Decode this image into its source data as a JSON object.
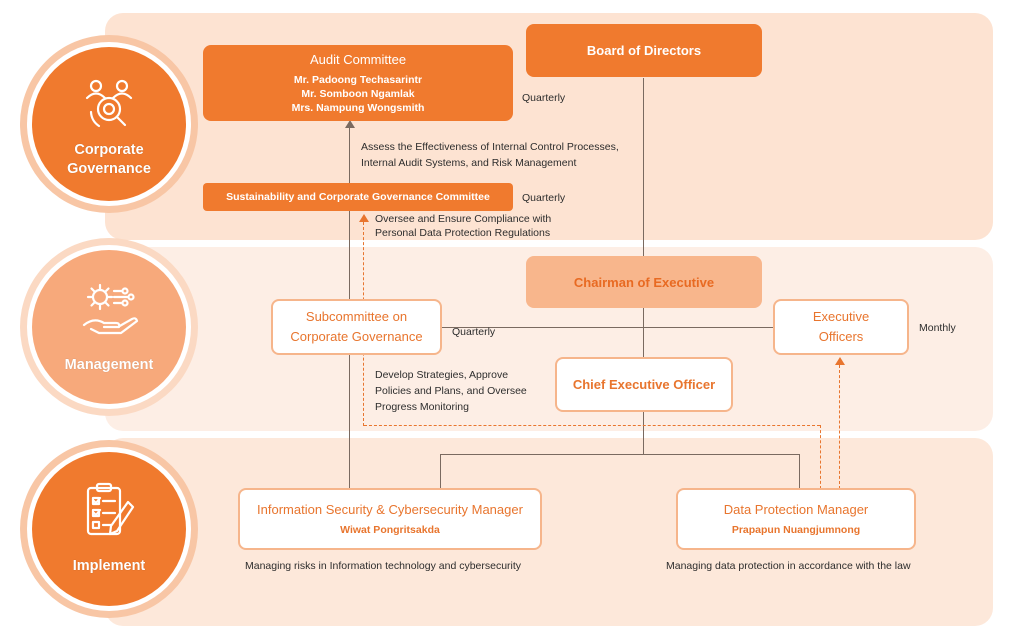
{
  "colors": {
    "primary": "#f07a2e",
    "band_top": "#fde3d2",
    "band_mid": "#fdeee5",
    "band_bottom": "#fde8da",
    "outline": "#f6b58b"
  },
  "levels": {
    "governance": {
      "label_line1": "Corporate",
      "label_line2": "Governance",
      "icon": "governance-people-icon"
    },
    "management": {
      "label": "Management",
      "icon": "gear-hand-icon"
    },
    "implement": {
      "label": "Implement",
      "icon": "checklist-clipboard-icon"
    }
  },
  "audit_committee": {
    "title": "Audit Committee",
    "members": [
      "Mr. Padoong Techasarintr",
      "Mr. Somboon Ngamlak",
      "Mrs. Nampung Wongsmith"
    ],
    "frequency": "Quarterly"
  },
  "board": {
    "title": "Board of Directors"
  },
  "audit_note": {
    "line1": "Assess the Effectiveness of Internal Control Processes,",
    "line2": "Internal Audit Systems, and Risk Management"
  },
  "sustainability_committee": {
    "title": "Sustainability and Corporate Governance Committee",
    "frequency": "Quarterly"
  },
  "sustainability_note": {
    "line1": "Oversee and Ensure Compliance with",
    "line2": "Personal Data Protection Regulations"
  },
  "chairman": {
    "title": "Chairman of Executive"
  },
  "subcommittee": {
    "line1": "Subcommittee on",
    "line2": "Corporate Governance",
    "frequency": "Quarterly"
  },
  "executive_officers": {
    "line1": "Executive",
    "line2": "Officers",
    "frequency": "Monthly"
  },
  "ceo": {
    "title": "Chief Executive Officer"
  },
  "subcommittee_note": {
    "line1": "Develop Strategies, Approve",
    "line2": "Policies and Plans, and Oversee",
    "line3": "Progress Monitoring"
  },
  "infosec_manager": {
    "title": "Information Security & Cybersecurity Manager",
    "name": "Wiwat Pongritsakda",
    "description": "Managing risks in Information technology and cybersecurity"
  },
  "dp_manager": {
    "title": "Data Protection Manager",
    "name": "Prapapun Nuangjumnong",
    "description": "Managing data protection in accordance with the law"
  }
}
